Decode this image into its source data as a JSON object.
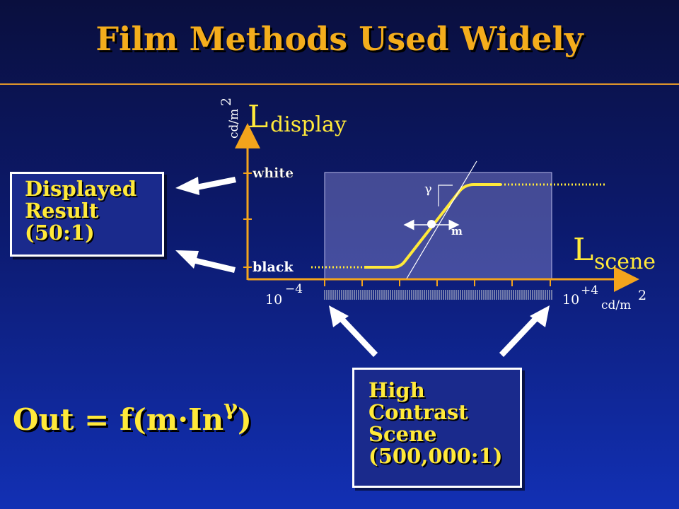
{
  "title": "Film Methods Used Widely",
  "y_axis": {
    "symbol": "L",
    "subscript": "display",
    "unit": "cd/m",
    "unit_exp": "2",
    "tick_top": "white",
    "tick_bottom": "black"
  },
  "x_axis": {
    "symbol": "L",
    "subscript": "scene",
    "min_base": "10",
    "min_exp": "−4",
    "max_base": "10",
    "max_exp": "+4",
    "unit": "cd/m",
    "unit_exp": "2"
  },
  "curve_labels": {
    "gamma": "γ",
    "m": "m"
  },
  "displayed_box": {
    "line1": "Displayed",
    "line2": "Result",
    "line3": "(50:1)"
  },
  "scene_box": {
    "line1": "High",
    "line2": "Contrast",
    "line3": "Scene",
    "line4": "(500,000:1)"
  },
  "formula": {
    "main": "Out = f(m·In",
    "exp": "γ",
    "close": ")"
  },
  "colors": {
    "title": "#f4ad1c",
    "axis": "#f4a41c",
    "curve": "#ffe93a",
    "box_text": "#ffe93a",
    "background_top": "#0a0f3e",
    "background_bottom": "#1230b4"
  }
}
